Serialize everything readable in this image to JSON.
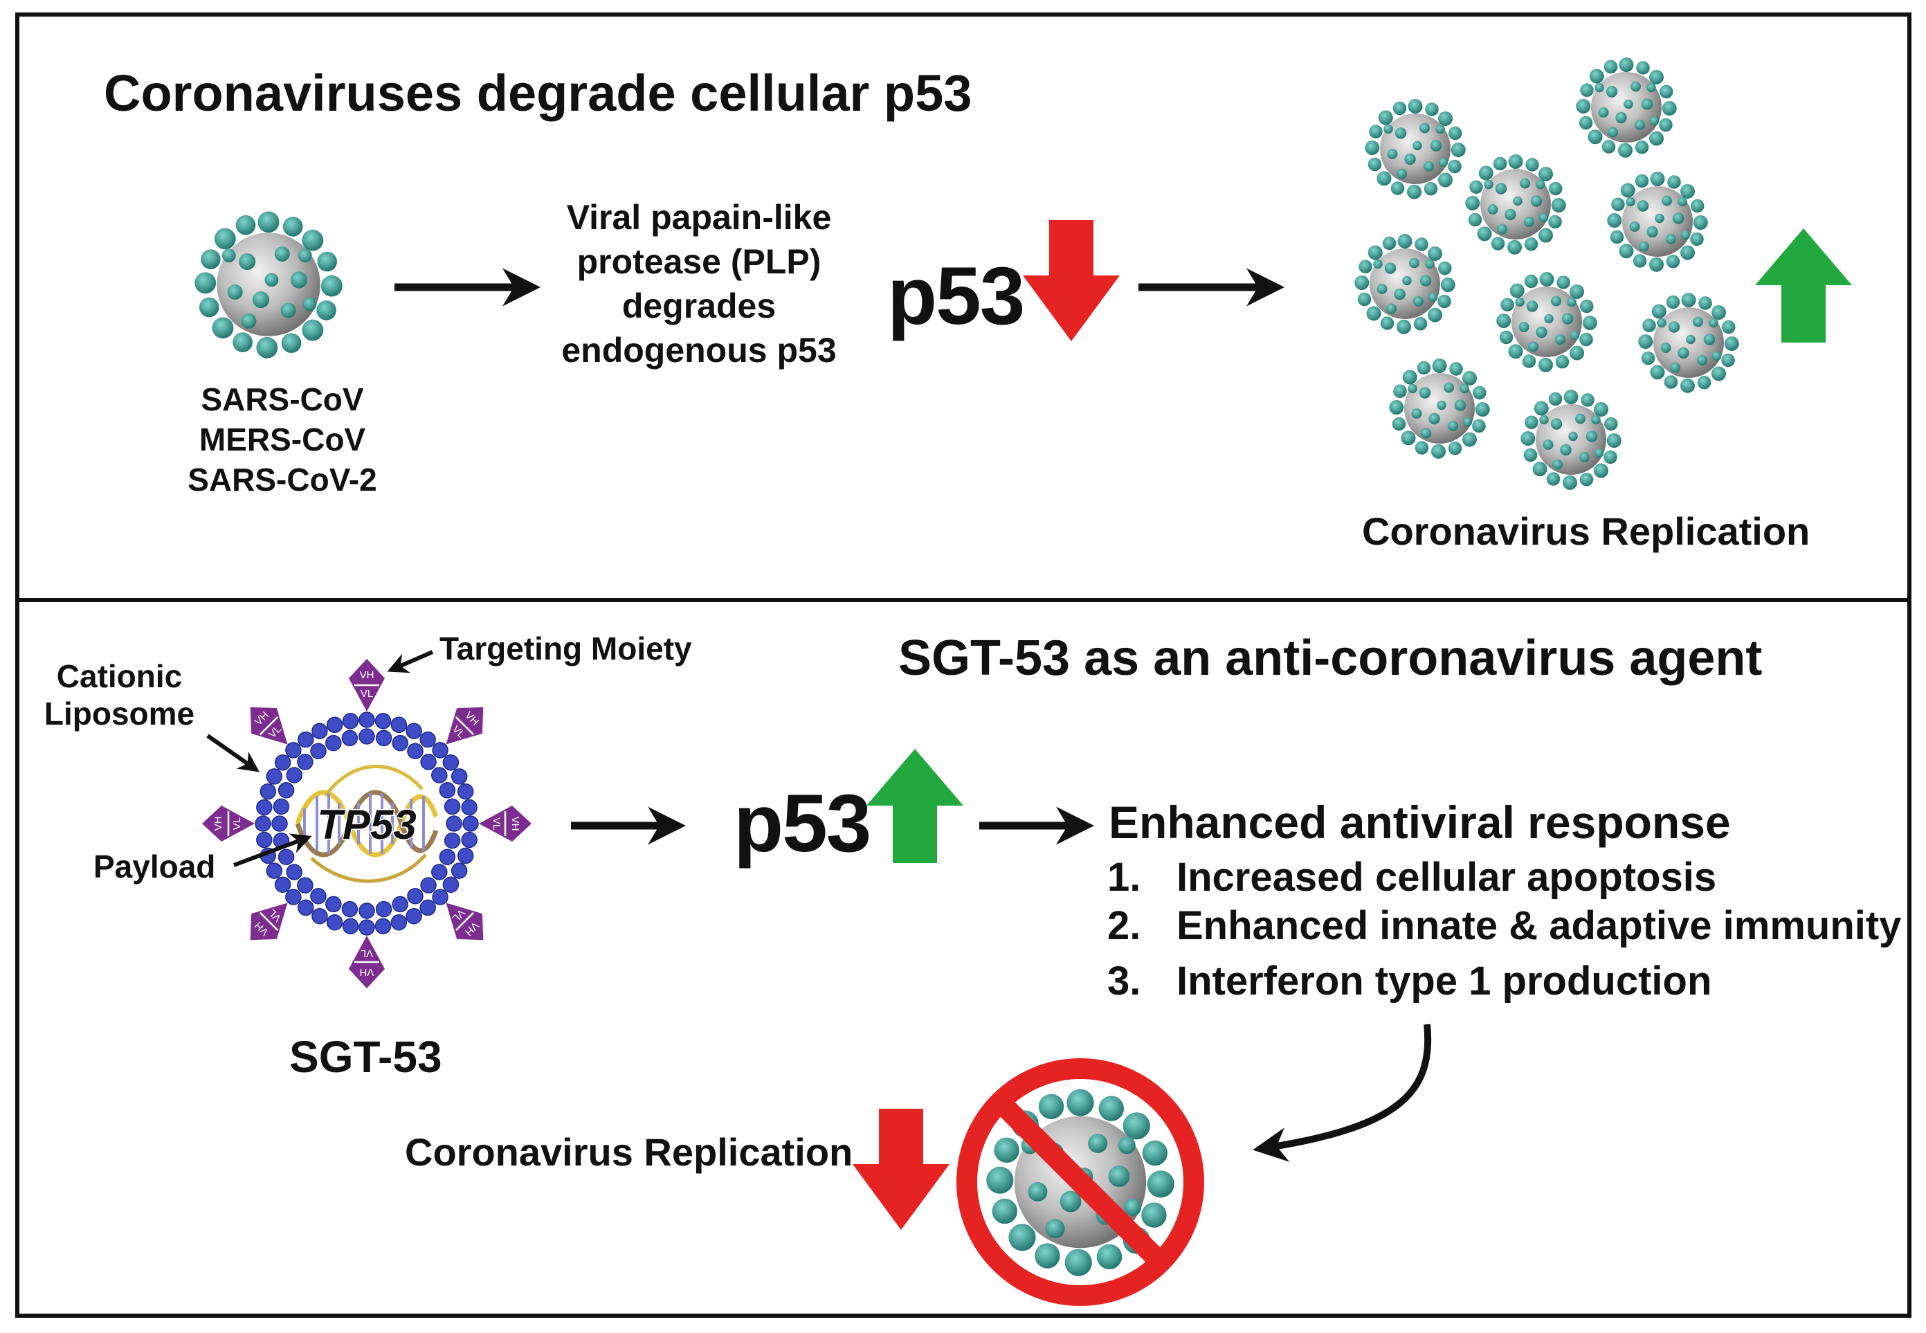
{
  "top": {
    "title": "Coronaviruses degrade cellular p53",
    "virus_names": [
      "SARS-CoV",
      "MERS-CoV",
      "SARS-CoV-2"
    ],
    "mechanism_lines": [
      "Viral papain-like",
      "protease (PLP)",
      "degrades",
      "endogenous p53"
    ],
    "p53": "p53",
    "replication_label": "Coronavirus Replication"
  },
  "bottom": {
    "title": "SGT-53 as an anti-coronavirus agent",
    "label_cationic_1": "Cationic",
    "label_cationic_2": "Liposome",
    "label_targeting": "Targeting Moiety",
    "label_payload": "Payload",
    "payload_gene": "TP53",
    "antibody_vh": "VH",
    "antibody_vl": "VL",
    "agent_name": "SGT-53",
    "p53": "p53",
    "response_title": "Enhanced antiviral response",
    "response_items": [
      {
        "num": "1.",
        "text": "Increased cellular apoptosis"
      },
      {
        "num": "2.",
        "text": "Enhanced innate & adaptive immunity"
      },
      {
        "num": "3.",
        "text": "Interferon type 1 production"
      }
    ],
    "replication_label": "Coronavirus Replication"
  },
  "colors": {
    "down_arrow": "#e52322",
    "up_arrow": "#22a83e",
    "virus_spike": "#2f9e94",
    "virus_body": "#b9b9b9",
    "liposome": "#3f4cc6",
    "antibody": "#7d2d8f",
    "prohibition": "#e52322"
  },
  "icons": [
    "coronavirus-icon",
    "liposome-nanocomplex-icon",
    "dna-helix-icon",
    "prohibition-icon"
  ]
}
